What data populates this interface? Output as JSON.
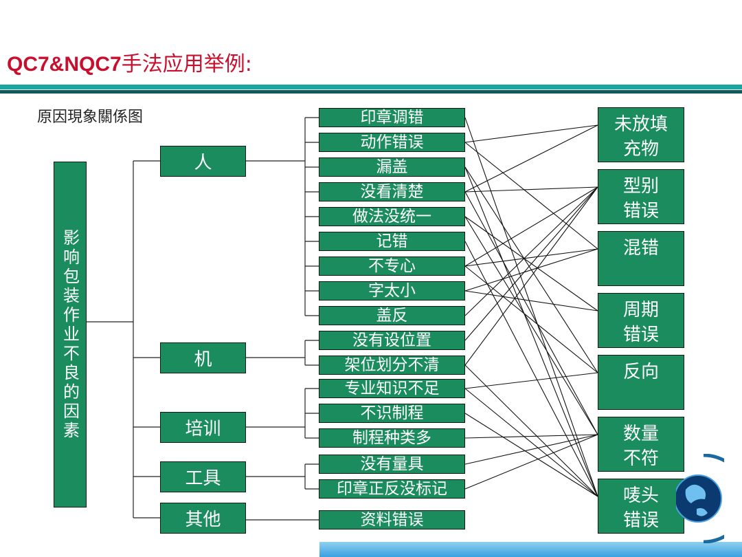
{
  "title": {
    "latin": "QC7&NQC7",
    "cjk": "手法应用举例:"
  },
  "subtitle": "原因現象關係图",
  "root": "影响包装作业不良的因素",
  "categories": [
    "人",
    "机",
    "培训",
    "工具",
    "其他"
  ],
  "causes": [
    "印章调错",
    "动作错误",
    "漏盖",
    "没看清楚",
    "做法没统一",
    "记错",
    "不专心",
    "字太小",
    "盖反",
    "没有设位置",
    "架位划分不清",
    "专业知识不足",
    "不识制程",
    "制程种类多",
    "没有量具",
    "印章正反没标记",
    "资料错误"
  ],
  "effects": [
    "未放填充物",
    "型别错误",
    "混错",
    "周期错误",
    "反向",
    "数量不符",
    "唛头错误"
  ],
  "colors": {
    "box_fill": "#1a8c5e",
    "title": "#c8102e",
    "rule_teal": "#1aa5a0",
    "rule_dark": "#0f5a5a"
  }
}
